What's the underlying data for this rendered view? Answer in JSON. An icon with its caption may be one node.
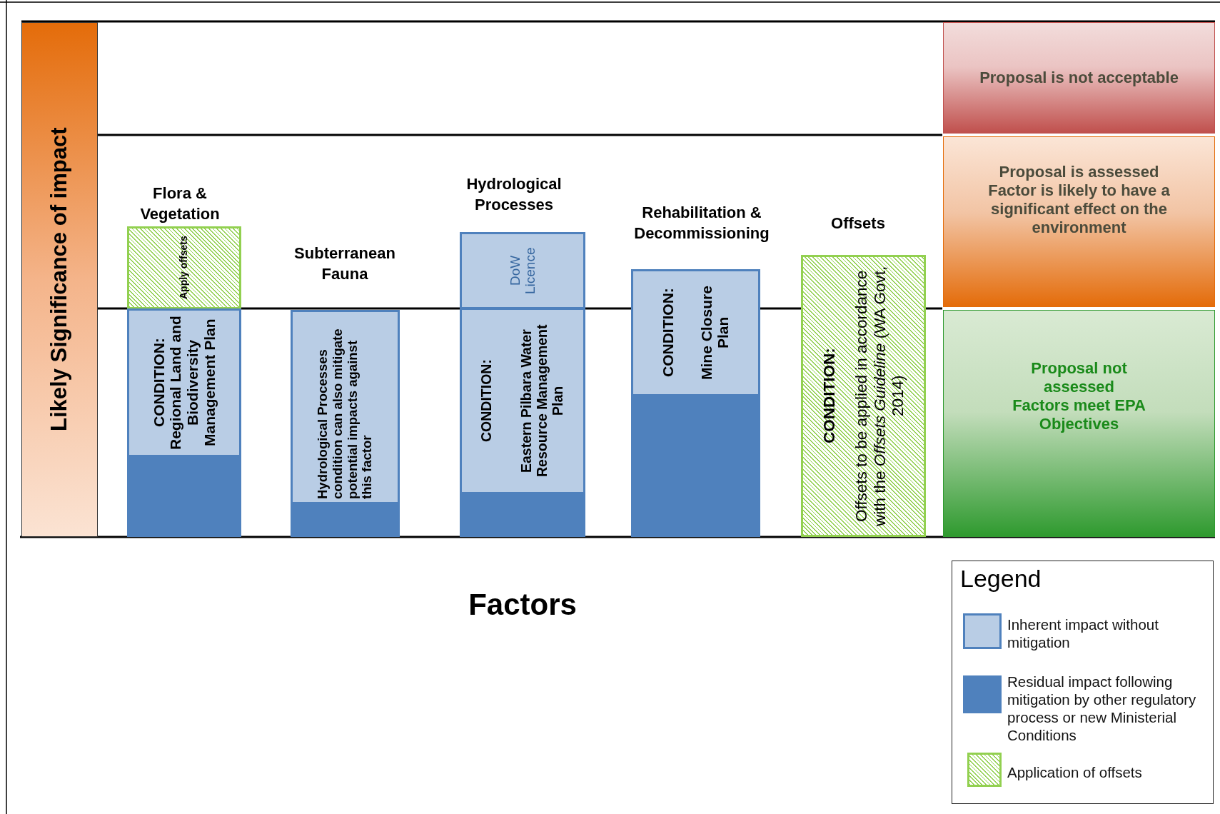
{
  "diagram": {
    "nodes": [
      {
        "text": [
          "Likely Significance of impact"
        ]
      },
      {
        "text": [
          "Proposal is not acceptable"
        ]
      },
      {
        "text": [
          "Proposal is assessed",
          "Factor is likely to have a significant effect on the environment"
        ]
      },
      {
        "text": [
          "Proposal not assessed",
          "Factors meet EPA Objectives"
        ]
      },
      {
        "text": [
          "Apply offsets"
        ]
      },
      {
        "text": [
          "CONDITION: Regional Land and Biodiversity Management Plan"
        ]
      },
      {
        "text": [],
        "shape": "bar"
      },
      {
        "text": [
          "Hydrological Processes condition can also mitigate potential impacts against this factor"
        ]
      },
      {
        "text": [],
        "shape": "bar"
      },
      {
        "text": [
          "DoW Licence"
        ]
      },
      {
        "text": [
          "CONDITION:",
          "Eastern Pilbara Water Resource Management Plan"
        ]
      },
      {
        "text": [],
        "shape": "bar"
      },
      {
        "text": [
          "CONDITION:",
          "Mine Closure Plan"
        ]
      },
      {
        "text": [],
        "shape": "bar"
      },
      {
        "text": [
          "CONDITION:",
          "Offsets to be applied in accordance with the *Offsets Guideline* (WA Govt, 2014)"
        ]
      }
    ],
    "labels": [
      "Flora & Vegetation",
      "Subterranean Fauna",
      "Hydrological Processes",
      "Rehabilitation & Decommissioning",
      "Offsets",
      "Factors",
      "Legend"
    ],
    "legend": [
      {
        "text": "Inherent impact without mitigation",
        "color": "#b9cde5"
      },
      {
        "text": "Residual impact following mitigation by other regulatory process or new Ministerial Conditions",
        "color": "#4f81bd"
      },
      {
        "text": "Application of offsets"
      }
    ]
  }
}
